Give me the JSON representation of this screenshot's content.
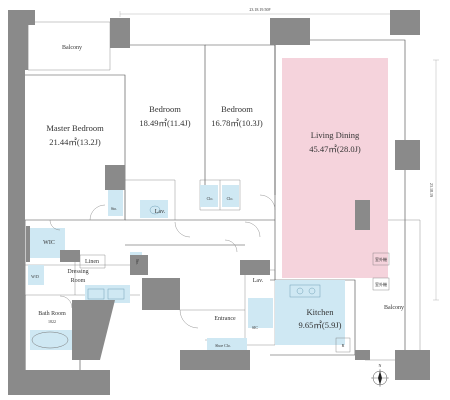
{
  "colors": {
    "wall": "#8a8a8a",
    "living_highlight": "#f5d3dc",
    "wet_area": "#cfe8f3",
    "fixture_blue": "#b9dcec",
    "line": "#444444"
  },
  "dimension_labels": {
    "top": "23.18.19.50F",
    "right": "23.18.19"
  },
  "rooms": {
    "balcony_top": "Balcony",
    "master_bedroom": {
      "name": "Master Bedroom",
      "area": "21.44㎡(13.2J)"
    },
    "bedroom_1": {
      "name": "Bedroom",
      "area": "18.49㎡(11.4J)"
    },
    "bedroom_2": {
      "name": "Bedroom",
      "area": "16.78㎡(10.3J)"
    },
    "living_dining": {
      "name": "Living Dining",
      "area": "45.47㎡(28.0J)"
    },
    "kitchen": {
      "name": "Kitchen",
      "area": "9.65㎡(5.9J)"
    },
    "balcony_right": "Balcony",
    "wic": "WIC",
    "dressing_room": {
      "line1": "Dressing",
      "line2": "Room"
    },
    "linen": "Linen",
    "wd": "W/D",
    "bath_room": {
      "name": "Bath Room",
      "size": "1822"
    },
    "entrance": "Entrance",
    "shoe_closet": "Shoe Clo.",
    "sic": "SIC",
    "lav_1": "Lav.",
    "lav_2": "Lav.",
    "sto_1": "Sto.",
    "sto_2": "Sto.",
    "closet_1": "Clo.",
    "closet_2": "Clo.",
    "refrigerator": "R",
    "outdoor_unit_1": "室外機",
    "outdoor_unit_2": "室外機"
  },
  "compass": {
    "direction": "N",
    "icon": "compass-icon"
  }
}
